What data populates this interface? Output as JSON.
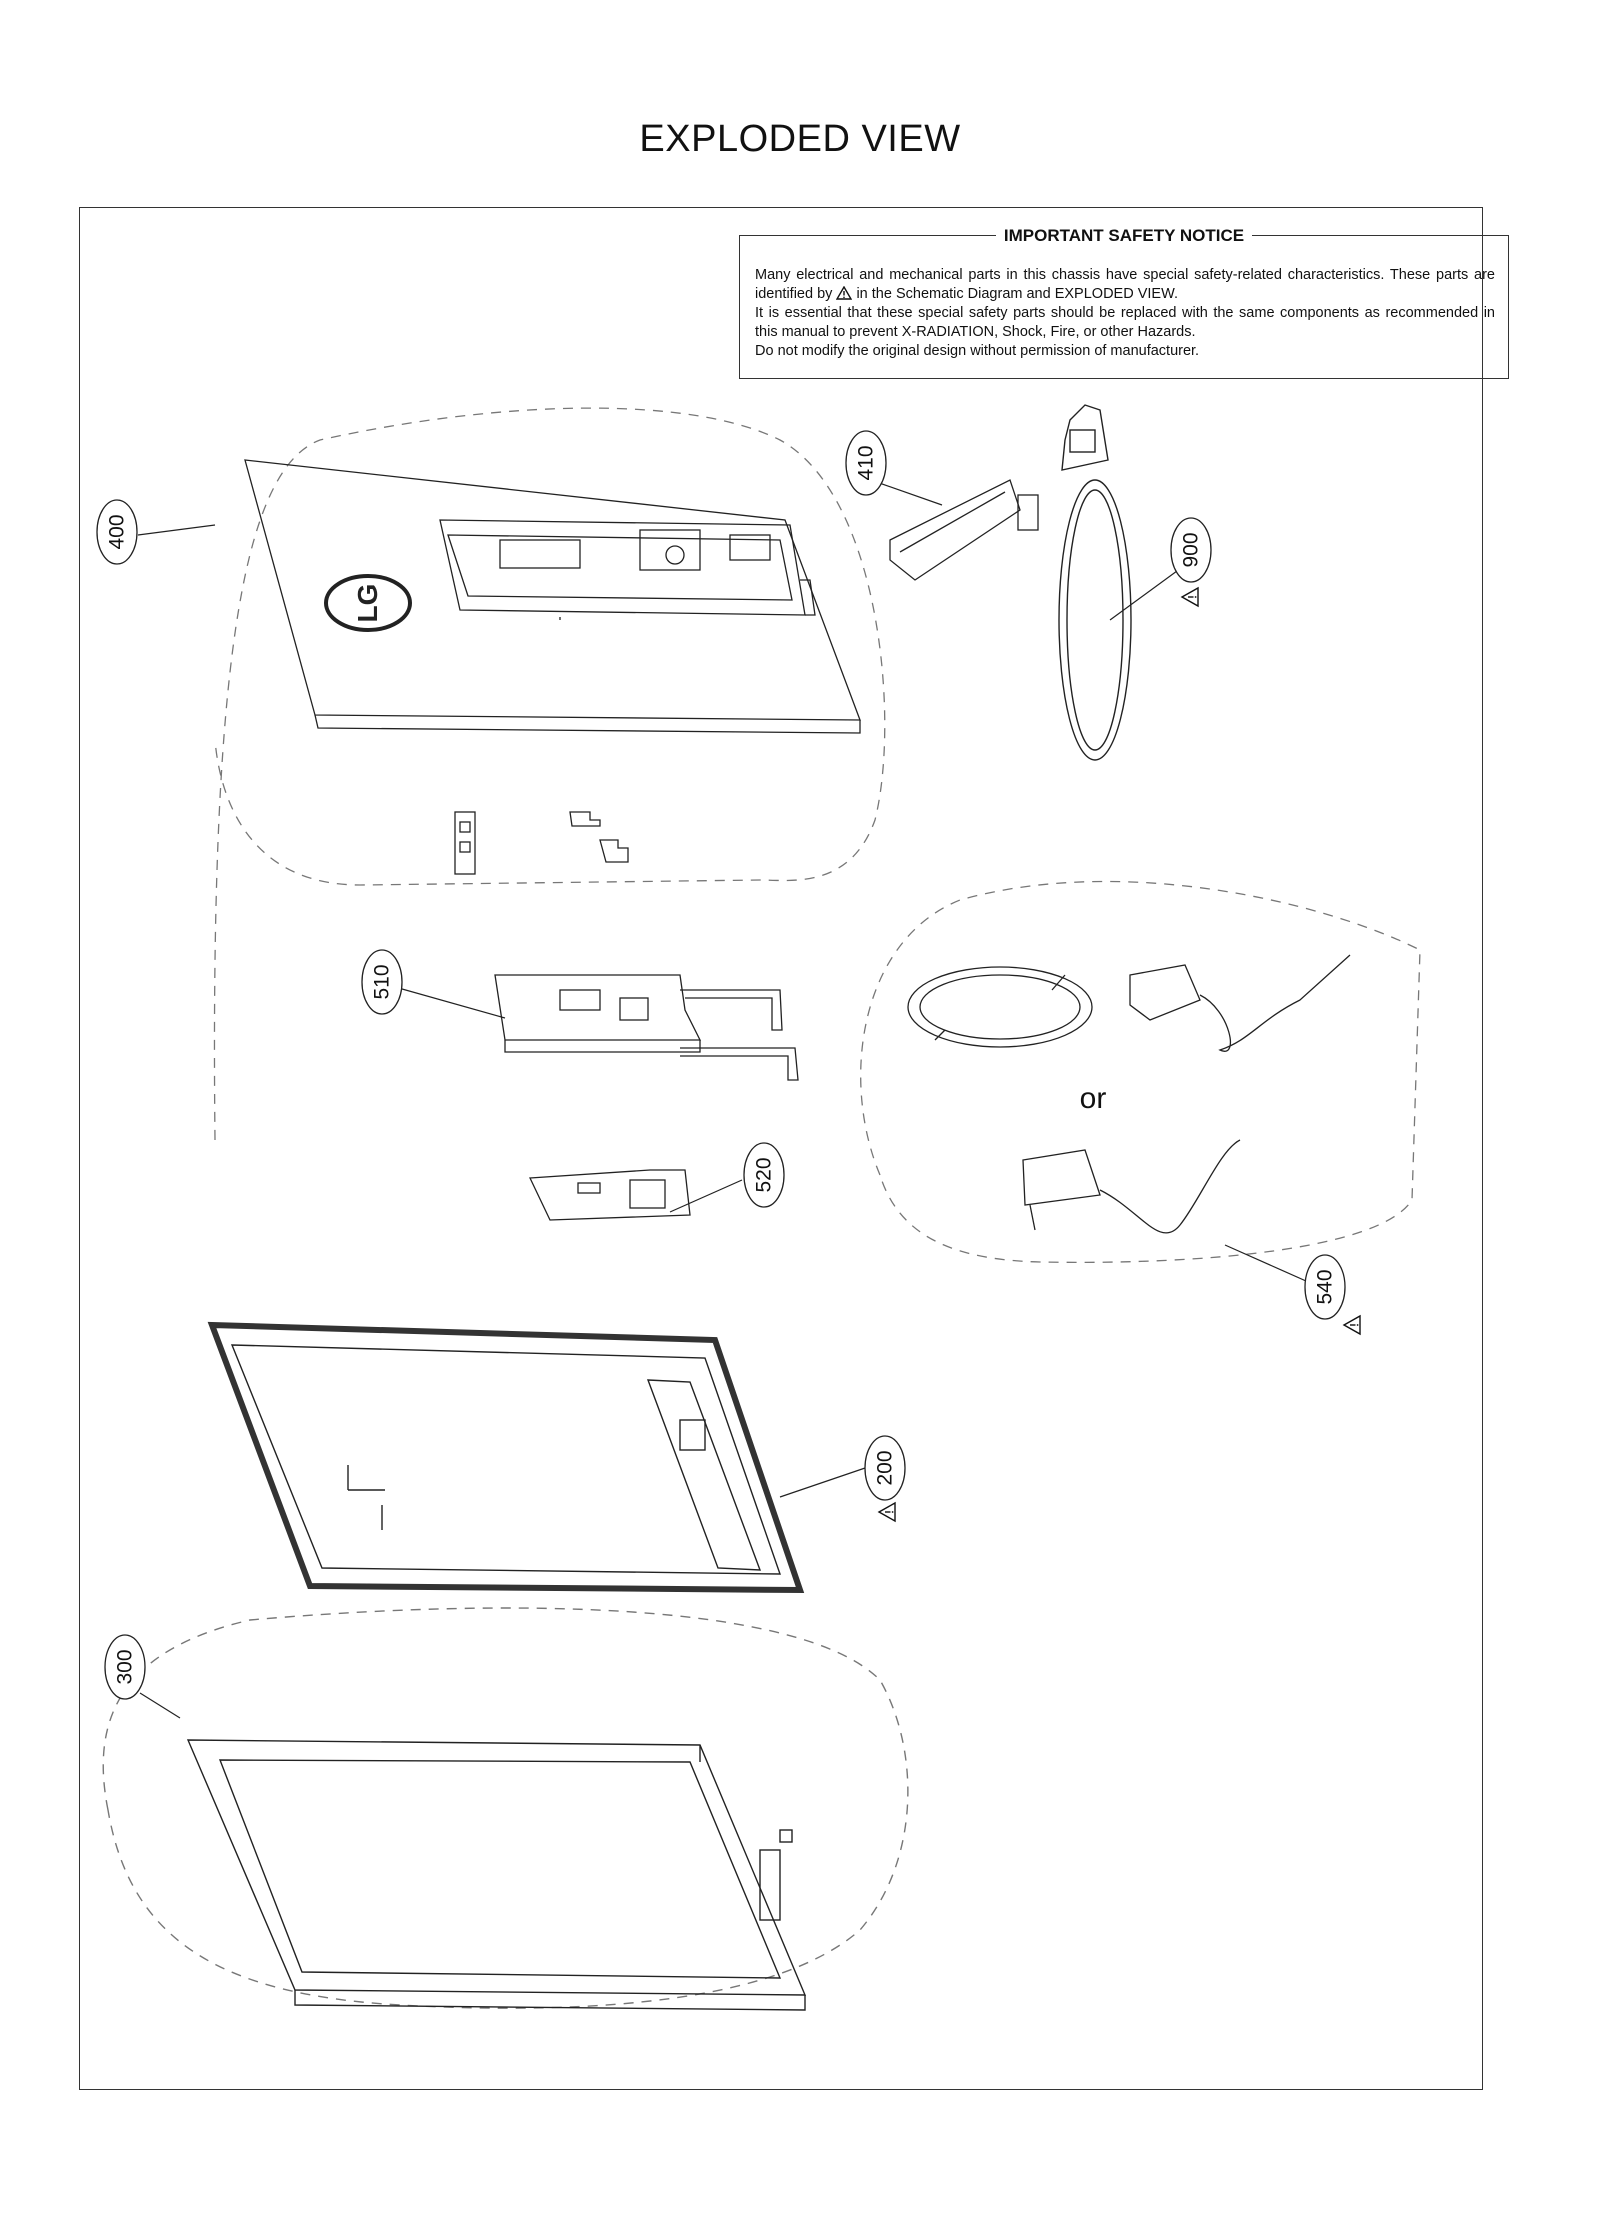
{
  "page": {
    "title": "EXPLODED VIEW"
  },
  "notice": {
    "title": "IMPORTANT SAFETY NOTICE",
    "line1_before": "Many electrical and mechanical parts in this chassis have special safety-related characteristics. These parts are identified by",
    "line1_after": "in the Schematic Diagram and EXPLODED VIEW.",
    "line2": "It is essential that these special safety parts should be replaced with the same components as recommended in this manual to prevent X-RADIATION, Shock, Fire, or other Hazards.",
    "line3": "Do not modify the original design without permission of manufacturer."
  },
  "parts": {
    "p400": "400",
    "p410": "410",
    "p900": "900",
    "p510": "510",
    "p520": "520",
    "p540": "540",
    "p200": "200",
    "p300": "300"
  },
  "adapter_option_text": "or",
  "logo_text": "LG",
  "icons": {
    "warning": "warning-triangle-icon"
  }
}
